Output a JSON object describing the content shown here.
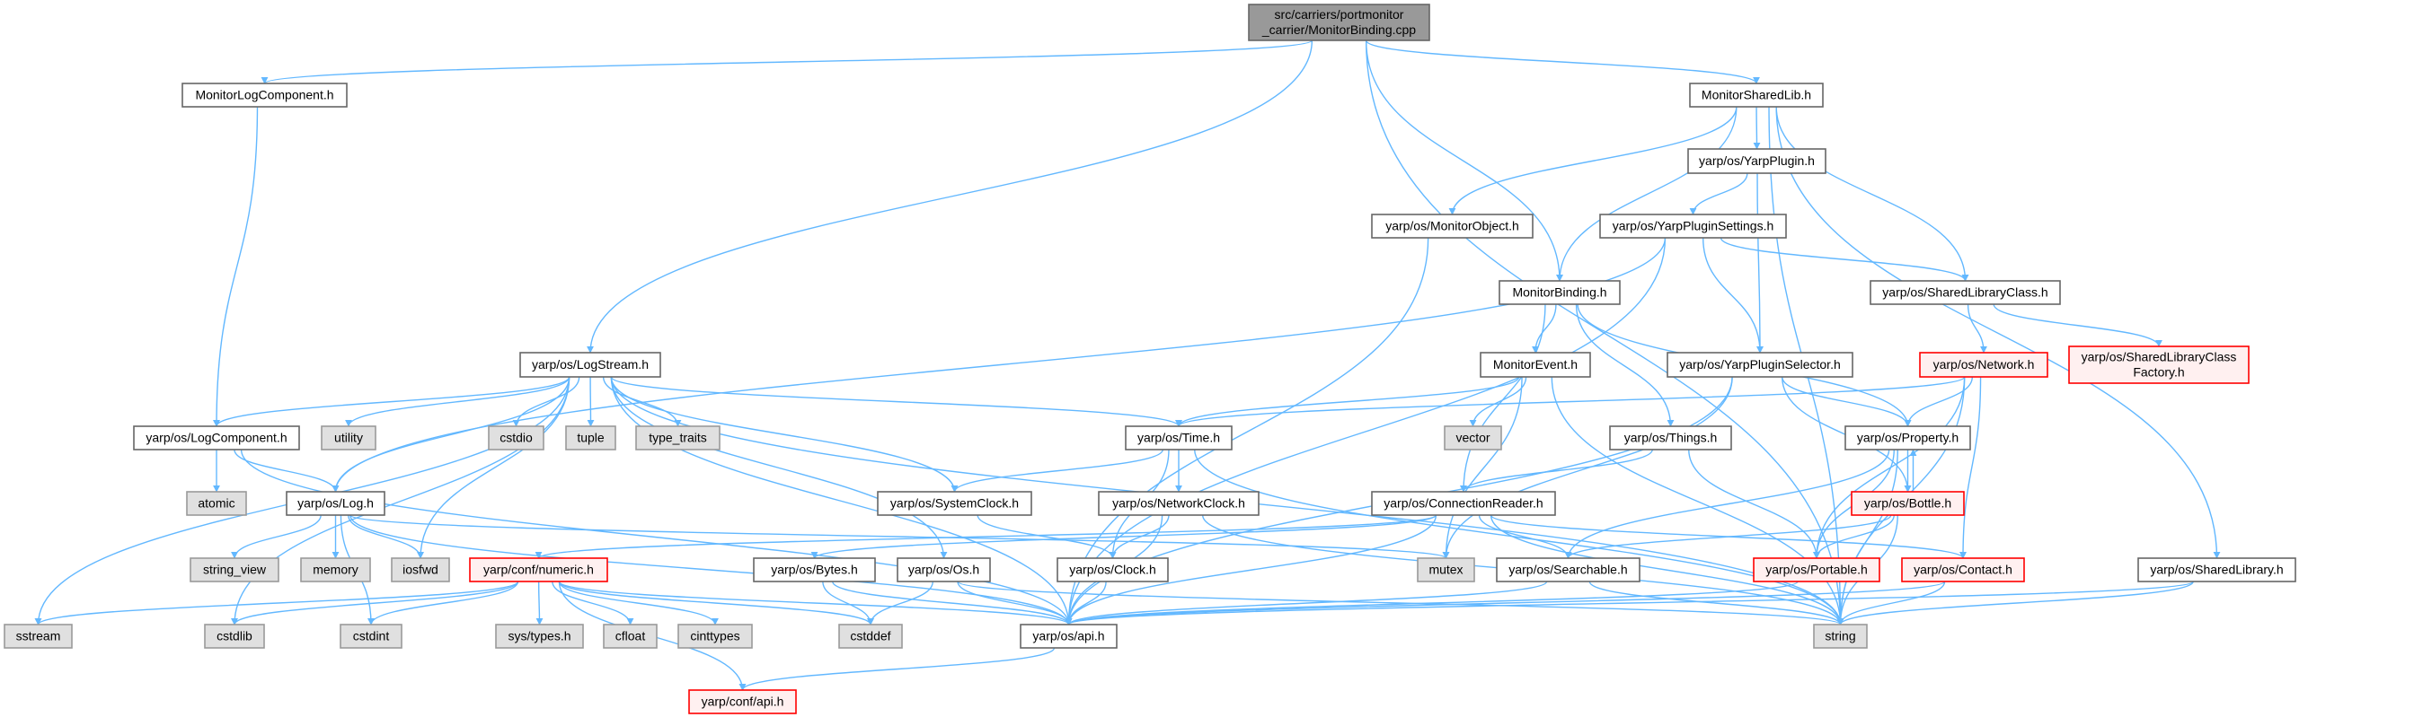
{
  "colors": {
    "edge": "#63b8ff",
    "root_fill": "#999999",
    "system_fill": "#e0e0e0",
    "red_border": "#ff0000"
  },
  "nodes": [
    {
      "id": "root",
      "kind": "root",
      "lines": [
        "src/carriers/portmonitor",
        "_carrier/MonitorBinding.cpp"
      ]
    },
    {
      "id": "mlc",
      "kind": "normal",
      "lines": [
        "MonitorLogComponent.h"
      ]
    },
    {
      "id": "msl",
      "kind": "normal",
      "lines": [
        "MonitorSharedLib.h"
      ]
    },
    {
      "id": "ypl",
      "kind": "normal",
      "lines": [
        "yarp/os/YarpPlugin.h"
      ]
    },
    {
      "id": "mob",
      "kind": "normal",
      "lines": [
        "yarp/os/MonitorObject.h"
      ]
    },
    {
      "id": "yps",
      "kind": "normal",
      "lines": [
        "yarp/os/YarpPluginSettings.h"
      ]
    },
    {
      "id": "mbh",
      "kind": "normal",
      "lines": [
        "MonitorBinding.h"
      ]
    },
    {
      "id": "slc",
      "kind": "normal",
      "lines": [
        "yarp/os/SharedLibraryClass.h"
      ]
    },
    {
      "id": "lst",
      "kind": "normal",
      "lines": [
        "yarp/os/LogStream.h"
      ]
    },
    {
      "id": "mev",
      "kind": "normal",
      "lines": [
        "MonitorEvent.h"
      ]
    },
    {
      "id": "ysel",
      "kind": "normal",
      "lines": [
        "yarp/os/YarpPluginSelector.h"
      ]
    },
    {
      "id": "net",
      "kind": "red",
      "lines": [
        "yarp/os/Network.h"
      ]
    },
    {
      "id": "slcf",
      "kind": "red",
      "lines": [
        "yarp/os/SharedLibraryClass",
        "Factory.h"
      ]
    },
    {
      "id": "lcomp",
      "kind": "normal",
      "lines": [
        "yarp/os/LogComponent.h"
      ]
    },
    {
      "id": "utility",
      "kind": "system",
      "lines": [
        "utility"
      ]
    },
    {
      "id": "cstdio",
      "kind": "system",
      "lines": [
        "cstdio"
      ]
    },
    {
      "id": "tuple",
      "kind": "system",
      "lines": [
        "tuple"
      ]
    },
    {
      "id": "type_traits",
      "kind": "system",
      "lines": [
        "type_traits"
      ]
    },
    {
      "id": "time",
      "kind": "normal",
      "lines": [
        "yarp/os/Time.h"
      ]
    },
    {
      "id": "vector",
      "kind": "system",
      "lines": [
        "vector"
      ]
    },
    {
      "id": "things",
      "kind": "normal",
      "lines": [
        "yarp/os/Things.h"
      ]
    },
    {
      "id": "prop",
      "kind": "normal",
      "lines": [
        "yarp/os/Property.h"
      ]
    },
    {
      "id": "atomic",
      "kind": "system",
      "lines": [
        "atomic"
      ]
    },
    {
      "id": "log",
      "kind": "normal",
      "lines": [
        "yarp/os/Log.h"
      ]
    },
    {
      "id": "sysclk",
      "kind": "normal",
      "lines": [
        "yarp/os/SystemClock.h"
      ]
    },
    {
      "id": "netclk",
      "kind": "normal",
      "lines": [
        "yarp/os/NetworkClock.h"
      ]
    },
    {
      "id": "connr",
      "kind": "normal",
      "lines": [
        "yarp/os/ConnectionReader.h"
      ]
    },
    {
      "id": "bottle",
      "kind": "red",
      "lines": [
        "yarp/os/Bottle.h"
      ]
    },
    {
      "id": "string_view",
      "kind": "system",
      "lines": [
        "string_view"
      ]
    },
    {
      "id": "memory",
      "kind": "system",
      "lines": [
        "memory"
      ]
    },
    {
      "id": "iosfwd",
      "kind": "system",
      "lines": [
        "iosfwd"
      ]
    },
    {
      "id": "numeric",
      "kind": "red",
      "lines": [
        "yarp/conf/numeric.h"
      ]
    },
    {
      "id": "bytes",
      "kind": "normal",
      "lines": [
        "yarp/os/Bytes.h"
      ]
    },
    {
      "id": "os",
      "kind": "normal",
      "lines": [
        "yarp/os/Os.h"
      ]
    },
    {
      "id": "clock",
      "kind": "normal",
      "lines": [
        "yarp/os/Clock.h"
      ]
    },
    {
      "id": "mutex",
      "kind": "system",
      "lines": [
        "mutex"
      ]
    },
    {
      "id": "searchable",
      "kind": "normal",
      "lines": [
        "yarp/os/Searchable.h"
      ]
    },
    {
      "id": "portable",
      "kind": "red",
      "lines": [
        "yarp/os/Portable.h"
      ]
    },
    {
      "id": "contact",
      "kind": "red",
      "lines": [
        "yarp/os/Contact.h"
      ]
    },
    {
      "id": "sharedlib",
      "kind": "normal",
      "lines": [
        "yarp/os/SharedLibrary.h"
      ]
    },
    {
      "id": "sstream",
      "kind": "system",
      "lines": [
        "sstream"
      ]
    },
    {
      "id": "cstdlib",
      "kind": "system",
      "lines": [
        "cstdlib"
      ]
    },
    {
      "id": "cstdint",
      "kind": "system",
      "lines": [
        "cstdint"
      ]
    },
    {
      "id": "systypes",
      "kind": "system",
      "lines": [
        "sys/types.h"
      ]
    },
    {
      "id": "cfloat",
      "kind": "system",
      "lines": [
        "cfloat"
      ]
    },
    {
      "id": "cinttypes",
      "kind": "system",
      "lines": [
        "cinttypes"
      ]
    },
    {
      "id": "cstddef",
      "kind": "system",
      "lines": [
        "cstddef"
      ]
    },
    {
      "id": "api",
      "kind": "normal",
      "lines": [
        "yarp/os/api.h"
      ]
    },
    {
      "id": "string",
      "kind": "system",
      "lines": [
        "string"
      ]
    },
    {
      "id": "conf_api",
      "kind": "red",
      "lines": [
        "yarp/conf/api.h"
      ]
    }
  ],
  "edges": [
    [
      "root",
      "mlc"
    ],
    [
      "root",
      "lst"
    ],
    [
      "root",
      "mbh"
    ],
    [
      "root",
      "msl"
    ],
    [
      "root",
      "string"
    ],
    [
      "mlc",
      "lcomp"
    ],
    [
      "msl",
      "ypl"
    ],
    [
      "msl",
      "slc"
    ],
    [
      "msl",
      "mob"
    ],
    [
      "msl",
      "mbh"
    ],
    [
      "msl",
      "sharedlib"
    ],
    [
      "msl",
      "string"
    ],
    [
      "ypl",
      "yps"
    ],
    [
      "ypl",
      "ysel"
    ],
    [
      "yps",
      "slc"
    ],
    [
      "yps",
      "ysel"
    ],
    [
      "yps",
      "api"
    ],
    [
      "yps",
      "log"
    ],
    [
      "mob",
      "api"
    ],
    [
      "mbh",
      "mev"
    ],
    [
      "mbh",
      "things"
    ],
    [
      "mbh",
      "prop"
    ],
    [
      "mbh",
      "connr"
    ],
    [
      "slc",
      "net"
    ],
    [
      "slc",
      "slcf"
    ],
    [
      "net",
      "time"
    ],
    [
      "net",
      "prop"
    ],
    [
      "net",
      "portable"
    ],
    [
      "net",
      "contact"
    ],
    [
      "net",
      "string"
    ],
    [
      "mev",
      "time"
    ],
    [
      "mev",
      "vector"
    ],
    [
      "mev",
      "mutex"
    ],
    [
      "mev",
      "string"
    ],
    [
      "ysel",
      "prop"
    ],
    [
      "ysel",
      "bottle"
    ],
    [
      "ysel",
      "mutex"
    ],
    [
      "ysel",
      "api"
    ],
    [
      "lst",
      "lcomp"
    ],
    [
      "lst",
      "utility"
    ],
    [
      "lst",
      "cstdio"
    ],
    [
      "lst",
      "tuple"
    ],
    [
      "lst",
      "type_traits"
    ],
    [
      "lst",
      "log"
    ],
    [
      "lst",
      "time"
    ],
    [
      "lst",
      "sysclk"
    ],
    [
      "lst",
      "os"
    ],
    [
      "lst",
      "iosfwd"
    ],
    [
      "lst",
      "sstream"
    ],
    [
      "lst",
      "cstdlib"
    ],
    [
      "lst",
      "api"
    ],
    [
      "lst",
      "string"
    ],
    [
      "lcomp",
      "atomic"
    ],
    [
      "lcomp",
      "log"
    ],
    [
      "lcomp",
      "api"
    ],
    [
      "log",
      "string_view"
    ],
    [
      "log",
      "memory"
    ],
    [
      "log",
      "iosfwd"
    ],
    [
      "log",
      "cstdint"
    ],
    [
      "log",
      "mutex"
    ],
    [
      "log",
      "api"
    ],
    [
      "time",
      "sysclk"
    ],
    [
      "time",
      "netclk"
    ],
    [
      "time",
      "clock"
    ],
    [
      "time",
      "string"
    ],
    [
      "things",
      "connr"
    ],
    [
      "things",
      "portable"
    ],
    [
      "prop",
      "bottle"
    ],
    [
      "prop",
      "searchable"
    ],
    [
      "prop",
      "portable"
    ],
    [
      "prop",
      "string"
    ],
    [
      "bottle",
      "prop"
    ],
    [
      "bottle",
      "searchable"
    ],
    [
      "bottle",
      "portable"
    ],
    [
      "bottle",
      "string"
    ],
    [
      "sysclk",
      "clock"
    ],
    [
      "netclk",
      "clock"
    ],
    [
      "netclk",
      "api"
    ],
    [
      "netclk",
      "string"
    ],
    [
      "connr",
      "numeric"
    ],
    [
      "connr",
      "bytes"
    ],
    [
      "connr",
      "searchable"
    ],
    [
      "connr",
      "contact"
    ],
    [
      "connr",
      "api"
    ],
    [
      "connr",
      "string"
    ],
    [
      "numeric",
      "sstream"
    ],
    [
      "numeric",
      "cstdlib"
    ],
    [
      "numeric",
      "cstdint"
    ],
    [
      "numeric",
      "systypes"
    ],
    [
      "numeric",
      "cfloat"
    ],
    [
      "numeric",
      "cinttypes"
    ],
    [
      "numeric",
      "cstddef"
    ],
    [
      "numeric",
      "conf_api"
    ],
    [
      "numeric",
      "api"
    ],
    [
      "bytes",
      "cstddef"
    ],
    [
      "bytes",
      "api"
    ],
    [
      "os",
      "cstddef"
    ],
    [
      "os",
      "api"
    ],
    [
      "os",
      "string"
    ],
    [
      "clock",
      "api"
    ],
    [
      "searchable",
      "api"
    ],
    [
      "searchable",
      "string"
    ],
    [
      "portable",
      "api"
    ],
    [
      "contact",
      "string"
    ],
    [
      "contact",
      "api"
    ],
    [
      "sharedlib",
      "api"
    ],
    [
      "sharedlib",
      "string"
    ],
    [
      "api",
      "conf_api"
    ]
  ]
}
